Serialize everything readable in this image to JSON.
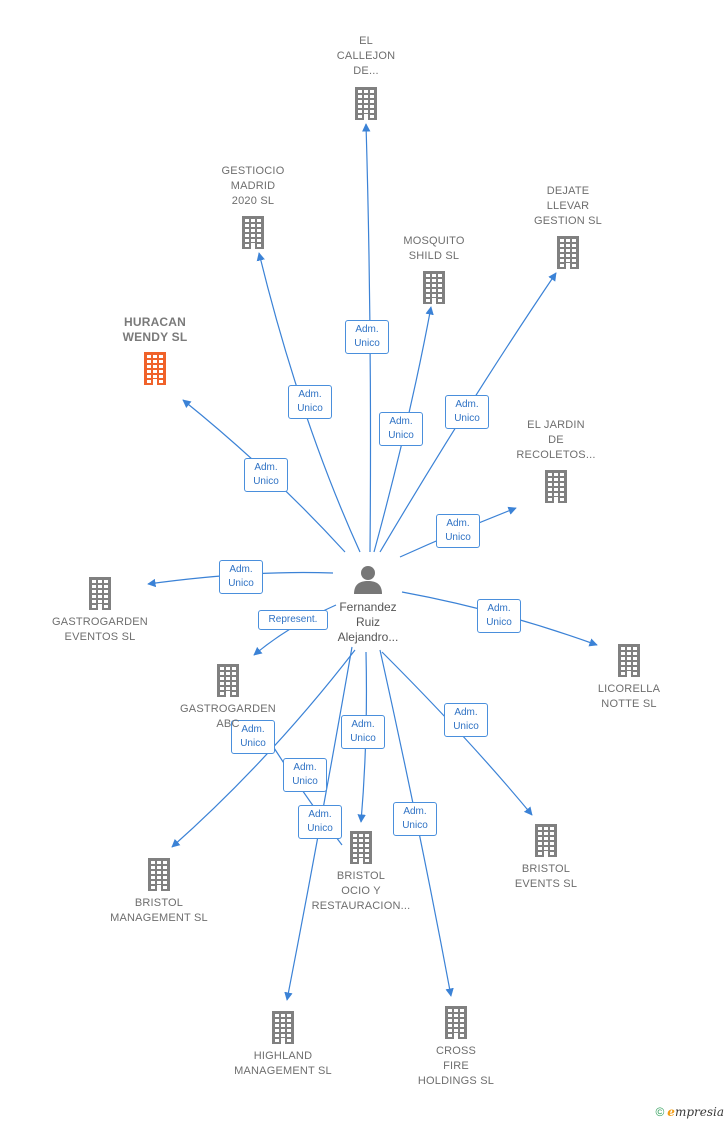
{
  "colors": {
    "edge": "#3b82d6",
    "building": "#808080",
    "building_highlight": "#f0622a",
    "person": "#777777"
  },
  "center": {
    "name": "Fernandez\nRuiz\nAlejandro...",
    "icon": "person-icon"
  },
  "companies": [
    {
      "id": "el-callejon",
      "label": "EL\nCALLEJON\nDE...",
      "icon": "building-icon",
      "highlight": false
    },
    {
      "id": "gestiocio",
      "label": "GESTIOCIO\nMADRID\n2020  SL",
      "icon": "building-icon",
      "highlight": false
    },
    {
      "id": "dejate-llevar",
      "label": "DEJATE\nLLEVAR\nGESTION  SL",
      "icon": "building-icon",
      "highlight": false
    },
    {
      "id": "mosquito-shild",
      "label": "MOSQUITO\nSHILD  SL",
      "icon": "building-icon",
      "highlight": false
    },
    {
      "id": "huracan-wendy",
      "label": "HURACAN\nWENDY  SL",
      "icon": "building-icon",
      "highlight": true
    },
    {
      "id": "el-jardin",
      "label": "EL JARDIN\nDE\nRECOLETOS...",
      "icon": "building-icon",
      "highlight": false
    },
    {
      "id": "gastrogarden-eventos",
      "label": "GASTROGARDEN\nEVENTOS  SL",
      "icon": "building-icon",
      "highlight": false
    },
    {
      "id": "gastrogarden-abc",
      "label": "GASTROGARDEN\nABC",
      "icon": "building-icon",
      "highlight": false
    },
    {
      "id": "licorella",
      "label": "LICORELLA\nNOTTE SL",
      "icon": "building-icon",
      "highlight": false
    },
    {
      "id": "bristol-management",
      "label": "BRISTOL\nMANAGEMENT SL",
      "icon": "building-icon",
      "highlight": false
    },
    {
      "id": "bristol-ocio",
      "label": "BRISTOL\nOCIO Y\nRESTAURACION...",
      "icon": "building-icon",
      "highlight": false
    },
    {
      "id": "bristol-events",
      "label": "BRISTOL\nEVENTS SL",
      "icon": "building-icon",
      "highlight": false
    },
    {
      "id": "highland",
      "label": "HIGHLAND\nMANAGEMENT SL",
      "icon": "building-icon",
      "highlight": false
    },
    {
      "id": "cross-fire",
      "label": "CROSS\nFIRE\nHOLDINGS  SL",
      "icon": "building-icon",
      "highlight": false
    }
  ],
  "relations": [
    {
      "to": "el-callejon",
      "role": "Adm.\nUnico"
    },
    {
      "to": "gestiocio",
      "role": "Adm.\nUnico"
    },
    {
      "to": "dejate-llevar",
      "role": "Adm.\nUnico"
    },
    {
      "to": "mosquito-shild",
      "role": "Adm.\nUnico"
    },
    {
      "to": "huracan-wendy",
      "role": "Adm.\nUnico"
    },
    {
      "to": "el-jardin",
      "role": "Adm.\nUnico"
    },
    {
      "to": "gastrogarden-eventos",
      "role": "Adm.\nUnico"
    },
    {
      "to": "gastrogarden-abc",
      "role": "Represent."
    },
    {
      "to": "licorella",
      "role": "Adm.\nUnico"
    },
    {
      "to": "bristol-management",
      "role": "Adm.\nUnico"
    },
    {
      "to": "bristol-ocio",
      "role": "Adm.\nUnico"
    },
    {
      "to": "bristol-events",
      "role": "Adm.\nUnico"
    },
    {
      "to": "highland",
      "role": "Adm.\nUnico"
    },
    {
      "to": "cross-fire",
      "role": "Adm.\nUnico"
    },
    {
      "to": "gastrogarden-abc",
      "role": "Adm.\nUnico"
    }
  ],
  "footer": {
    "copyright": "©",
    "brand_initial": "e",
    "brand_rest": "mpresia"
  }
}
